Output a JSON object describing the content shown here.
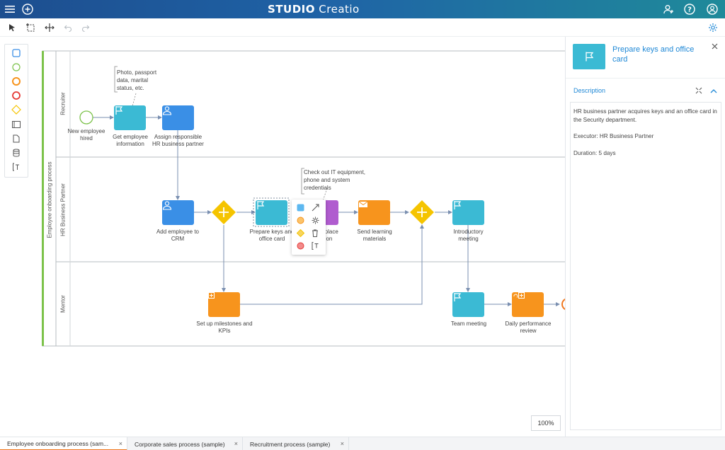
{
  "app": {
    "logo_main": "STUDIO",
    "logo_sub": "Creatio"
  },
  "colors": {
    "accent": "#1f88d6",
    "task": "#3bbad4",
    "user_task": "#3a8fe6",
    "orange": "#f7941d",
    "gateway": "#f5c400",
    "purple": "#b05ccf",
    "start": "#7cc24a"
  },
  "diagram": {
    "pool_label": "Employee onboarding process",
    "lanes": [
      "Recruiter",
      "HR Business Partner",
      "Mentor"
    ],
    "nodes": {
      "new_employee": "New employee hired",
      "get_info": "Get employee information",
      "assign": "Assign responsible HR business partner",
      "add_crm": "Add employee to CRM",
      "prepare_keys": "Prepare keys and office card",
      "workplace": "rkplace\nation",
      "send_materials": "Send learning materials",
      "intro_meeting": "Introductory meeting",
      "milestones": "Set up milestones and KPIs",
      "team_meeting": "Team meeting",
      "daily_review": "Daily performance review"
    },
    "notes": {
      "note1": "Photo, passport data, marital status, etc.",
      "note2": "Check out IT equipment, phone and system credentials"
    },
    "zoom": "100%"
  },
  "panel": {
    "title": "Prepare keys and office card",
    "section": "Description",
    "desc_line1": "HR business partner acquires keys and an office card in the Security department.",
    "executor": "Executor: HR Business Partner",
    "duration": "Duration: 5 days"
  },
  "tabs": [
    {
      "label": "Employee onboarding process (sam..."
    },
    {
      "label": "Corporate sales process (sample)"
    },
    {
      "label": "Recruitment process (sample)"
    }
  ]
}
